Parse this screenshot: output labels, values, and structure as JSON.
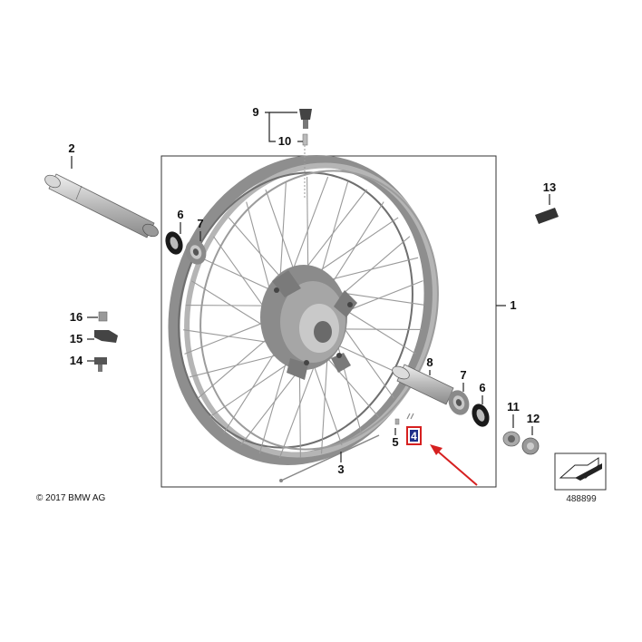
{
  "copyright": "© 2017 BMW AG",
  "image_number": "488899",
  "highlight_color": "#d62020",
  "callouts": {
    "c1": "1",
    "c2": "2",
    "c3": "3",
    "c4": "4",
    "c5": "5",
    "c6a": "6",
    "c6b": "6",
    "c7a": "7",
    "c7b": "7",
    "c8": "8",
    "c9": "9",
    "c10": "10",
    "c11": "11",
    "c12": "12",
    "c13": "13",
    "c14": "14",
    "c15": "15",
    "c16": "16"
  },
  "highlighted_part": "4",
  "icons": [
    "spoked-wheel",
    "axle",
    "seal-ring",
    "bearing",
    "spacer",
    "valve",
    "balance-weight",
    "screw",
    "sensor",
    "reference-symbol"
  ]
}
